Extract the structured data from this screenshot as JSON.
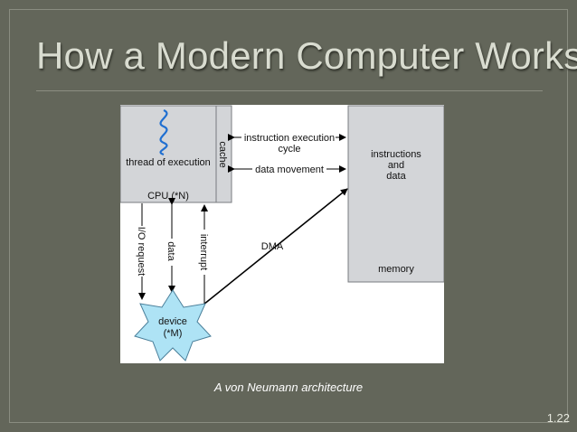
{
  "slide": {
    "title": "How a Modern Computer Works",
    "caption": "A von Neumann architecture",
    "page_number": "1.22"
  },
  "diagram": {
    "cpu_box": "CPU (*N)",
    "thread_label": "thread of execution",
    "cache_label": "cache",
    "memory_box": "memory",
    "memory_content": [
      "instructions",
      "and",
      "data"
    ],
    "device_label": [
      "device",
      "(*M)"
    ],
    "arrows": {
      "instruction_cycle": [
        "instruction execution",
        "cycle"
      ],
      "data_movement": "data movement",
      "io_request": "I/O request",
      "data": "data",
      "interrupt": "interrupt",
      "dma": "DMA"
    }
  },
  "colors": {
    "background": "#63665a",
    "title": "#d9dcd0",
    "box_fill": "#d3d5d8",
    "device_fill": "#aee3f5",
    "thread_wave": "#1f6fd1"
  }
}
